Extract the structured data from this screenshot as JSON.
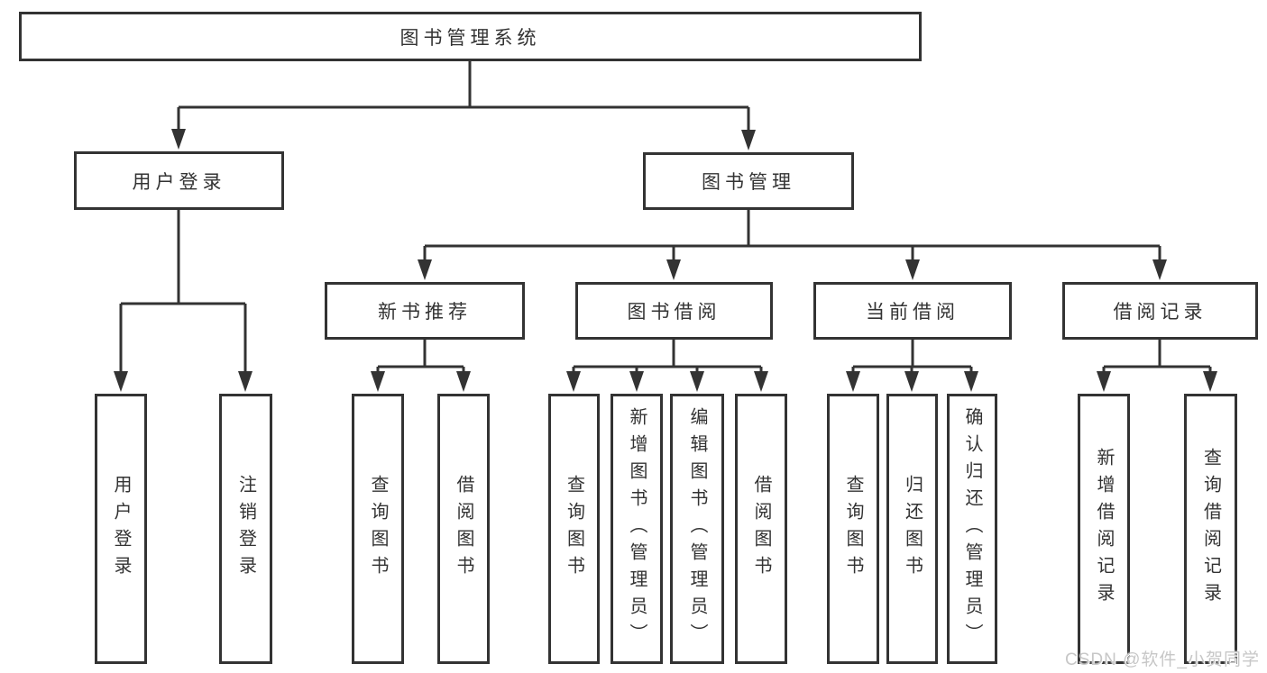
{
  "diagram": {
    "title": "图书管理系统",
    "watermark": "CSDN @软件_小贺同学",
    "colors": {
      "line": "#333333",
      "box_border": "#333333",
      "box_fill": "#ffffff",
      "text": "#333333",
      "watermark": "#c7c7c7"
    },
    "nodes": {
      "root": {
        "label": "图书管理系统"
      },
      "level2": [
        {
          "label": "用户登录",
          "parent": "图书管理系统"
        },
        {
          "label": "图书管理",
          "parent": "图书管理系统"
        }
      ],
      "level3": [
        {
          "label": "新书推荐",
          "parent": "图书管理"
        },
        {
          "label": "图书借阅",
          "parent": "图书管理"
        },
        {
          "label": "当前借阅",
          "parent": "图书管理"
        },
        {
          "label": "借阅记录",
          "parent": "图书管理"
        }
      ],
      "leaves": [
        {
          "label": "用户登录",
          "parent": "用户登录"
        },
        {
          "label": "注销登录",
          "parent": "用户登录"
        },
        {
          "label": "查询图书",
          "parent": "新书推荐"
        },
        {
          "label": "借阅图书",
          "parent": "新书推荐"
        },
        {
          "label": "查询图书",
          "parent": "图书借阅"
        },
        {
          "label": "新增图书（管理员）",
          "parent": "图书借阅"
        },
        {
          "label": "编辑图书（管理员）",
          "parent": "图书借阅"
        },
        {
          "label": "借阅图书",
          "parent": "图书借阅"
        },
        {
          "label": "查询图书",
          "parent": "当前借阅"
        },
        {
          "label": "归还图书",
          "parent": "当前借阅"
        },
        {
          "label": "确认归还（管理员）",
          "parent": "当前借阅"
        },
        {
          "label": "新增借阅记录",
          "parent": "借阅记录"
        },
        {
          "label": "查询借阅记录",
          "parent": "借阅记录"
        }
      ]
    }
  }
}
